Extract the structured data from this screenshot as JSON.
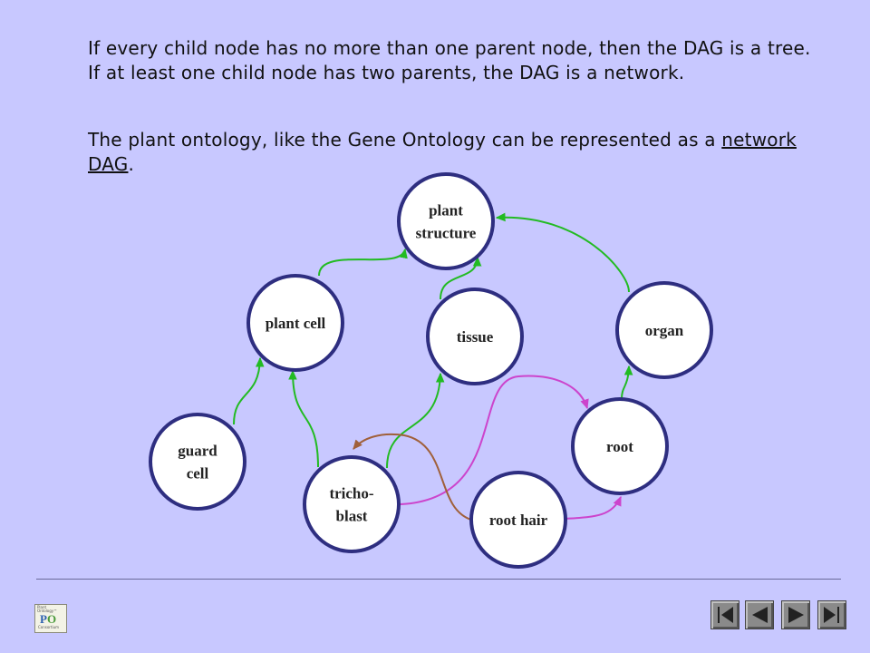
{
  "text": {
    "para1": "If every child node has no more than one parent node, then the DAG is a tree. If at least one child node has two parents, the DAG is a network.",
    "para2_before": "The plant ontology, like the Gene Ontology can be represented as a ",
    "para2_link": "network DAG",
    "para2_after": "."
  },
  "diagram": {
    "nodes": [
      {
        "id": "plant-structure",
        "lines": [
          "plant",
          "structure"
        ]
      },
      {
        "id": "plant-cell",
        "lines": [
          "plant cell"
        ]
      },
      {
        "id": "tissue",
        "lines": [
          "tissue"
        ]
      },
      {
        "id": "organ",
        "lines": [
          "organ"
        ]
      },
      {
        "id": "root",
        "lines": [
          "root"
        ]
      },
      {
        "id": "guard-cell",
        "lines": [
          "guard",
          "cell"
        ]
      },
      {
        "id": "trichoblast",
        "lines": [
          "tricho-",
          "blast"
        ]
      },
      {
        "id": "root-hair",
        "lines": [
          "root hair"
        ]
      }
    ],
    "edges": [
      {
        "from": "plant-cell",
        "to": "plant-structure",
        "color": "#22bb22"
      },
      {
        "from": "tissue",
        "to": "plant-structure",
        "color": "#22bb22"
      },
      {
        "from": "organ",
        "to": "plant-structure",
        "color": "#22bb22"
      },
      {
        "from": "root",
        "to": "organ",
        "color": "#22bb22"
      },
      {
        "from": "guard-cell",
        "to": "plant-cell",
        "color": "#22bb22"
      },
      {
        "from": "trichoblast",
        "to": "plant-cell",
        "color": "#22bb22"
      },
      {
        "from": "trichoblast",
        "to": "tissue",
        "color": "#22bb22"
      },
      {
        "from": "trichoblast",
        "to": "root",
        "color": "#cc44cc"
      },
      {
        "from": "root-hair",
        "to": "root",
        "color": "#cc44cc"
      },
      {
        "from": "root-hair",
        "to": "trichoblast",
        "color": "#a0603a"
      }
    ],
    "colors": {
      "node_fill": "#ffffff",
      "node_border": "#2e2e80",
      "is_a": "#22bb22",
      "part_of": "#cc44cc",
      "develops_from": "#a0603a"
    }
  },
  "footer": {
    "logo_top": "Plant Ontology™",
    "logo_mark_p": "P",
    "logo_mark_o": "O",
    "logo_bottom": "Consortium",
    "nav": [
      {
        "id": "first",
        "icon": "first-slide-icon"
      },
      {
        "id": "prev",
        "icon": "previous-slide-icon"
      },
      {
        "id": "next",
        "icon": "next-slide-icon"
      },
      {
        "id": "last",
        "icon": "last-slide-icon"
      }
    ]
  }
}
